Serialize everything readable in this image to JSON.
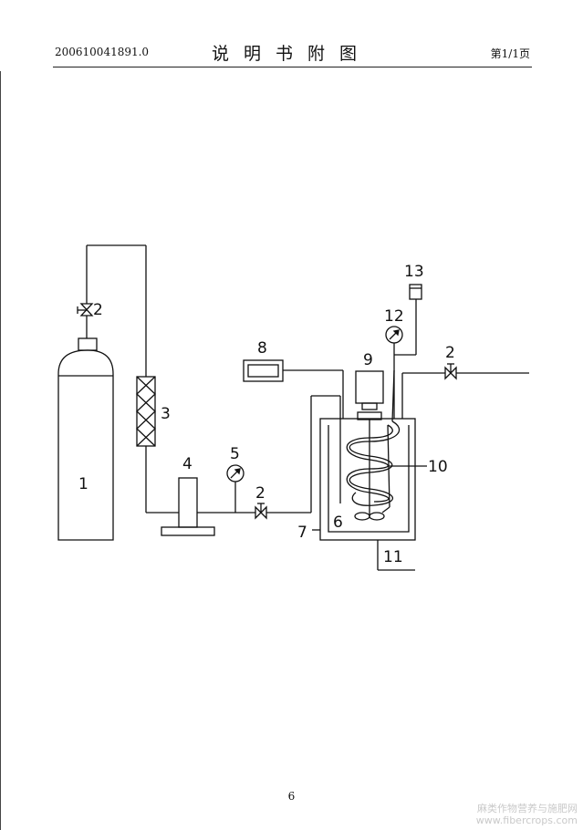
{
  "header": {
    "doc_number": "200610041891.0",
    "title": "说明书附图",
    "page_label": "第1/1页"
  },
  "figure": {
    "labels": {
      "cylinder": "1",
      "valve_top": "2",
      "valve_mid": "2",
      "valve_right": "2",
      "column": "3",
      "unit4": "4",
      "gauge5": "5",
      "inner_vessel": "6",
      "outer_vessel": "7",
      "display": "8",
      "motor": "9",
      "coil": "10",
      "outlet": "11",
      "gauge12": "12",
      "sensor": "13"
    }
  },
  "footer": {
    "page_number": "6",
    "watermark_line1": "麻类作物营养与施肥网",
    "watermark_line2": "www.fibercrops.com"
  }
}
